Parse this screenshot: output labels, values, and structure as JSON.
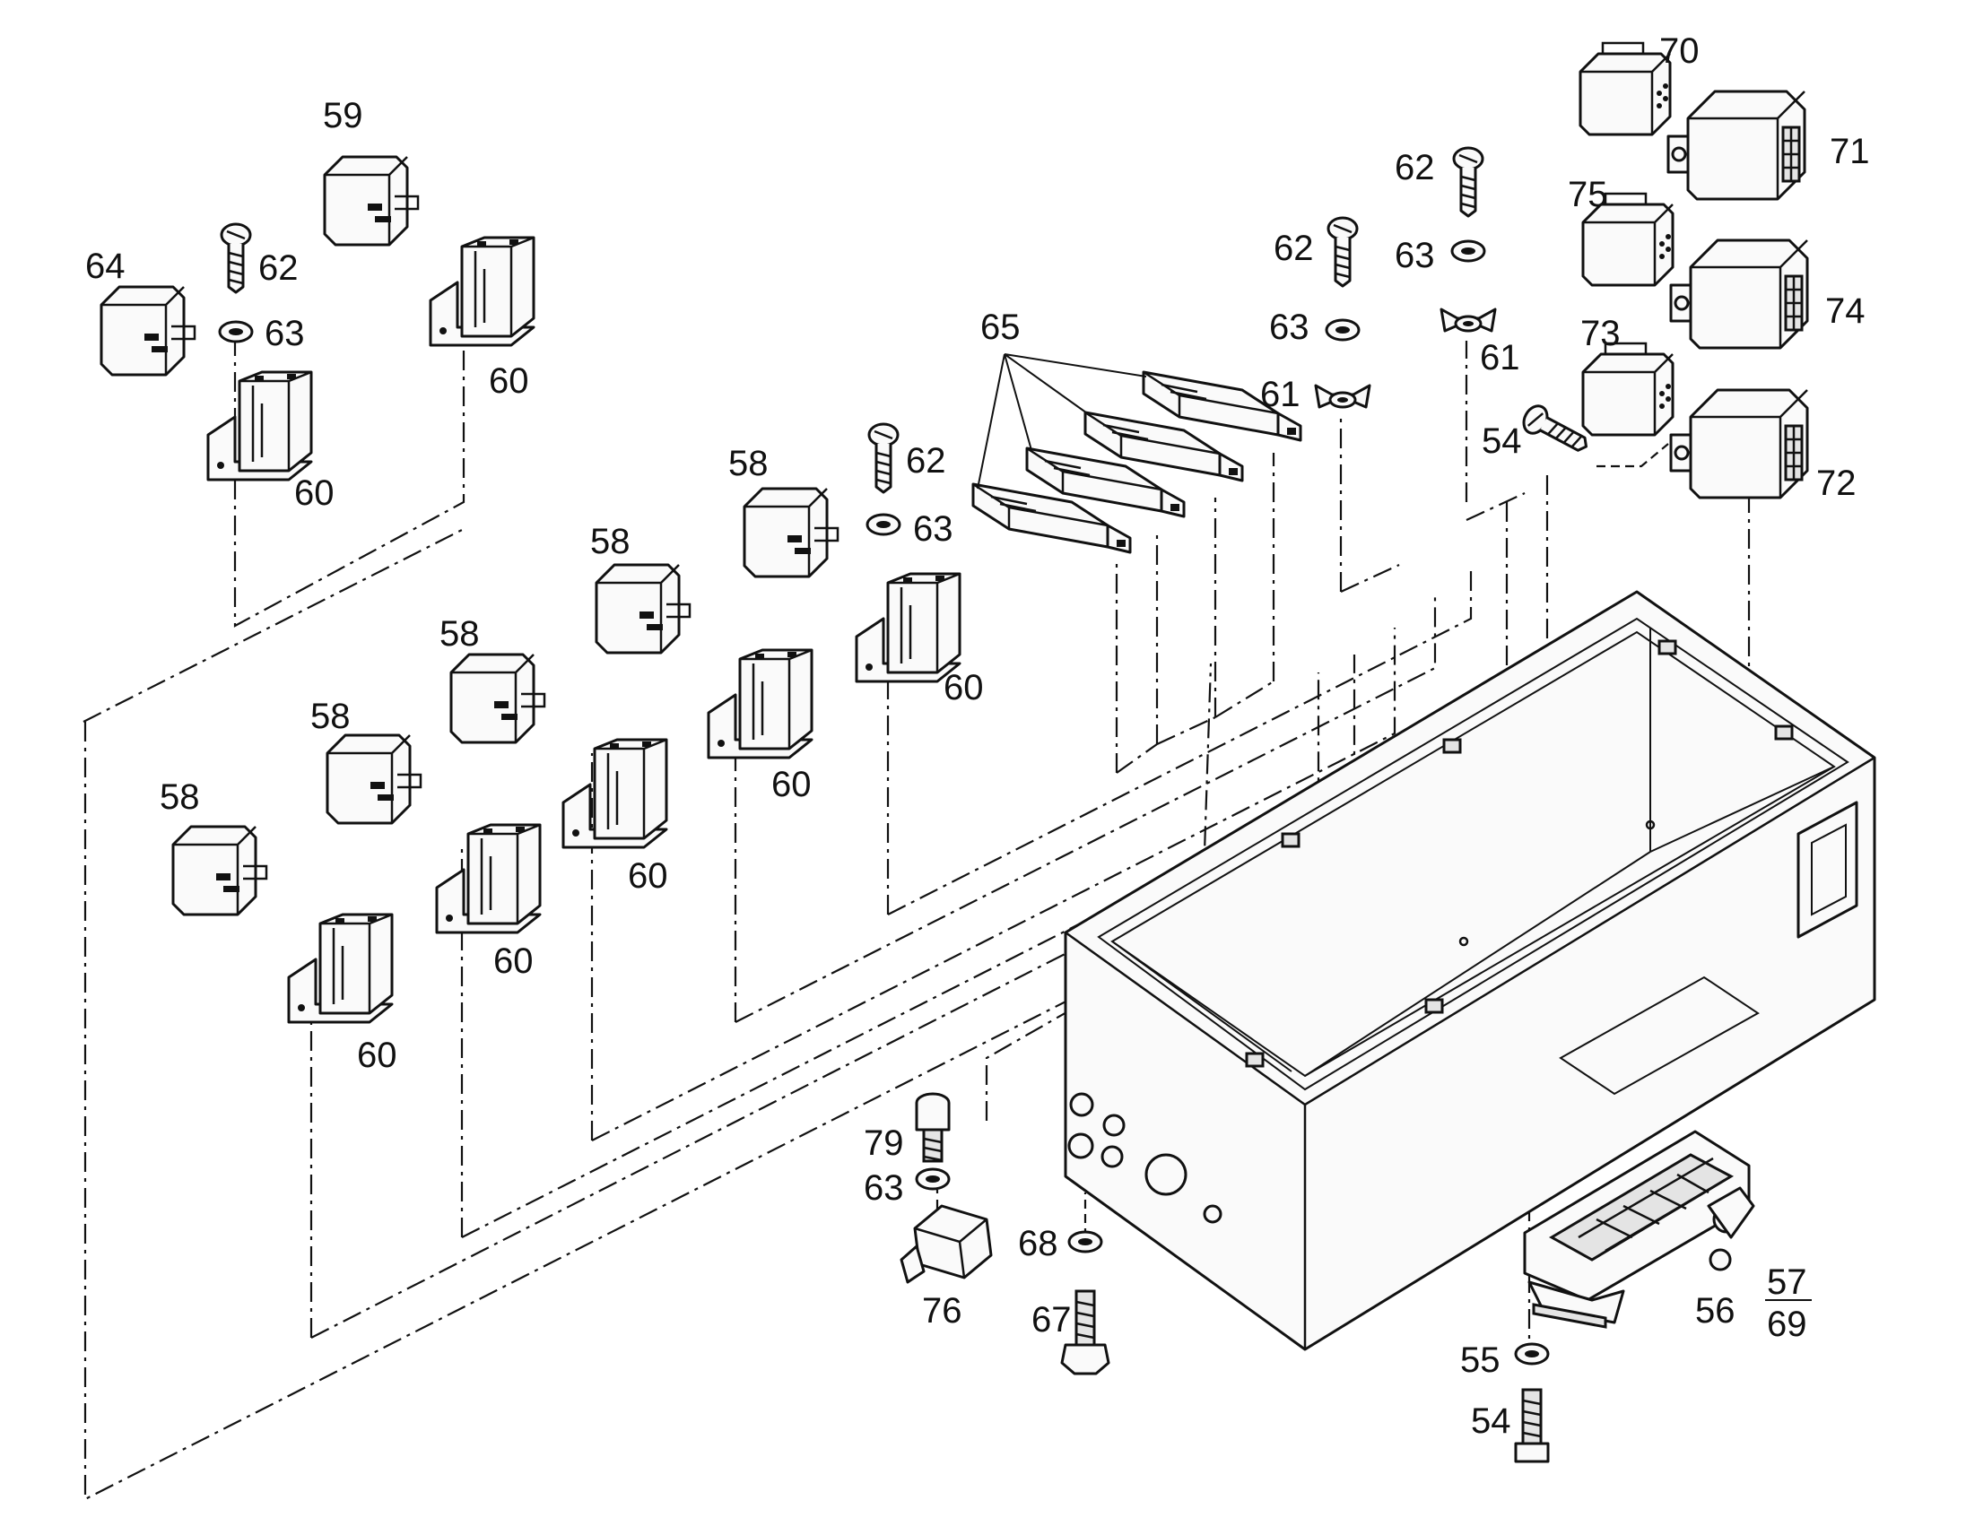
{
  "callouts": {
    "c59": "59",
    "c64": "64",
    "c62a": "62",
    "c63a": "63",
    "c60a": "60",
    "c60b": "60",
    "c65": "65",
    "c58a": "58",
    "c62b": "62",
    "c63b": "63",
    "c60c": "60",
    "c58b": "58",
    "c60d": "60",
    "c58c": "58",
    "c60e": "60",
    "c58d": "58",
    "c60f": "60",
    "c58e": "58",
    "c60g": "60",
    "c62c": "62",
    "c63c": "63",
    "c61a": "61",
    "c62d": "62",
    "c63d": "63",
    "c61b": "61",
    "c70": "70",
    "c71": "71",
    "c75": "75",
    "c74": "74",
    "c73": "73",
    "c72": "72",
    "c54a": "54",
    "c79": "79",
    "c63e": "63",
    "c76": "76",
    "c68": "68",
    "c67": "67",
    "c56": "56",
    "c57": "57",
    "c69": "69",
    "c55": "55",
    "c54b": "54"
  }
}
